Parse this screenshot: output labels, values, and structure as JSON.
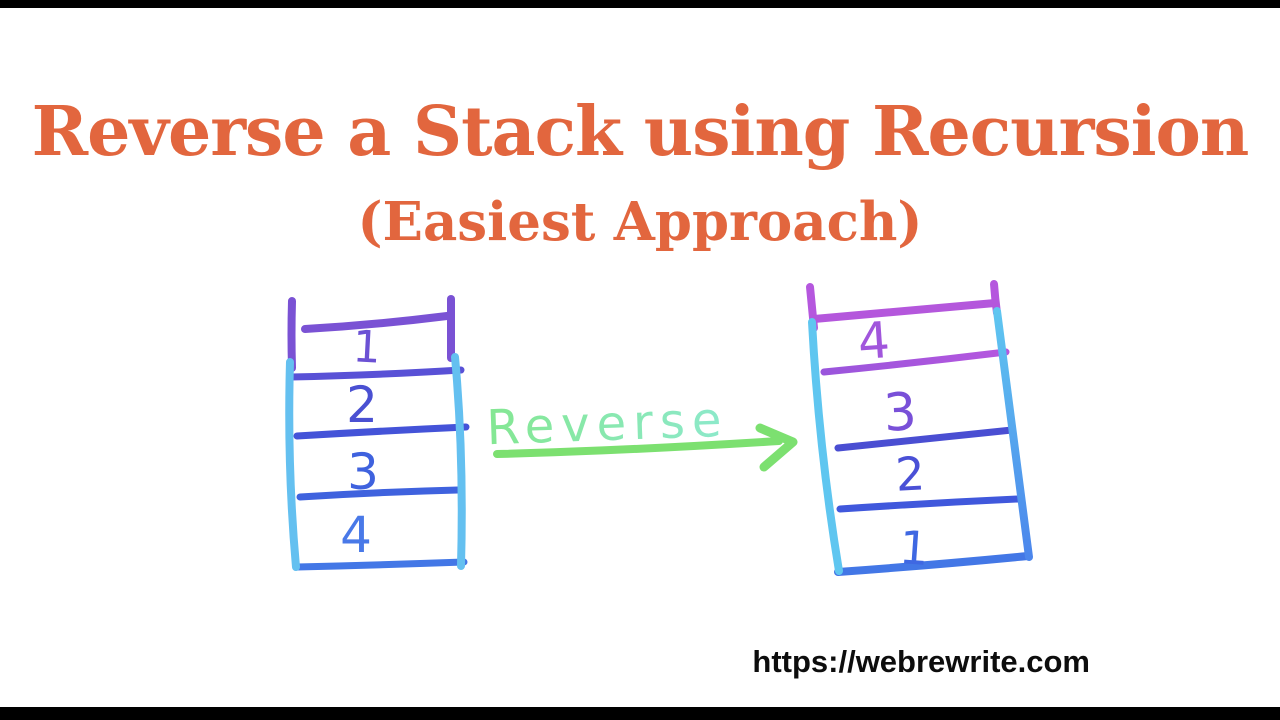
{
  "title": {
    "main": "Reverse a Stack using Recursion",
    "subtitle": "(Easiest Approach)"
  },
  "diagram": {
    "left_stack": {
      "items_top_to_bottom": [
        "1",
        "2",
        "3",
        "4"
      ]
    },
    "right_stack": {
      "items_top_to_bottom": [
        "4",
        "3",
        "2",
        "1"
      ]
    },
    "arrow_label": "Reverse"
  },
  "footer": {
    "url": "https://webrewrite.com"
  },
  "colors": {
    "title_orange": "#E2663E",
    "letterbox_black": "#000000",
    "left_stack_top_purple": "#7A52D4",
    "left_stack_rail_lightblue": "#64C0F0",
    "left_stack_item_1": "#6B51D4",
    "left_stack_item_2": "#4A50D2",
    "left_stack_item_3": "#3F62DE",
    "left_stack_item_4": "#4979E8",
    "right_stack_top_magenta": "#B557DE",
    "right_stack_item_4": "#A156DC",
    "right_stack_item_3": "#7950D8",
    "right_stack_item_2": "#4A50D6",
    "right_stack_item_1": "#3F68E2",
    "right_stack_rail_cyan": "#5FC6F0",
    "arrow_green": "#7CE070",
    "reverse_label_green": "#84E792",
    "reverse_label_aqua": "#8DE9CC",
    "url_black": "#0d0d0d"
  }
}
